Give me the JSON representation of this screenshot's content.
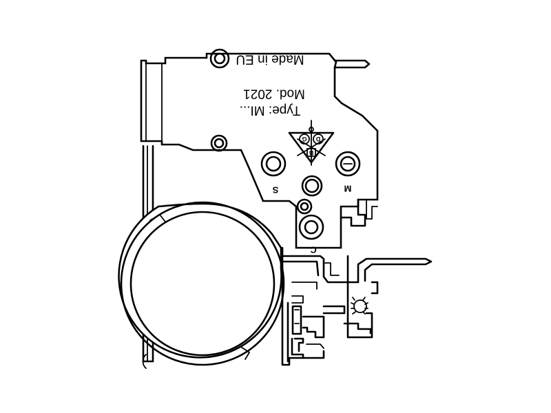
{
  "labels": {
    "made_in": "Made in EU",
    "mod": "Mod. 2021",
    "type": "Type: MI...",
    "terminal_s": "S",
    "terminal_m": "M",
    "terminal_c": "C",
    "mark_b": "B",
    "mark_d": "D",
    "mark_g": "G"
  },
  "colors": {
    "stroke": "#000000",
    "background": "#ffffff"
  }
}
